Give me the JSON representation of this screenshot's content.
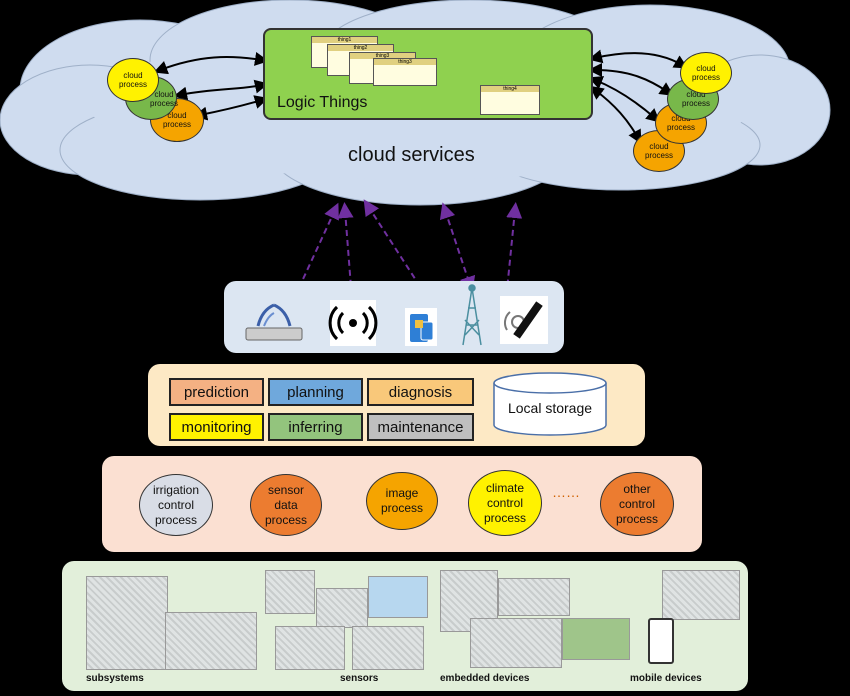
{
  "cloud": {
    "title": "cloud services",
    "logic_box_label": "Logic Things",
    "things": [
      "thing1",
      "thing2",
      "thing3",
      "thing3",
      "thing4"
    ],
    "left_processes": [
      "cloud\nprocess",
      "cloud\nprocess",
      "cloud\nprocess"
    ],
    "right_processes": [
      "cloud\nprocess",
      "cloud\nprocess",
      "cloud\nprocess",
      "cloud\nprocess"
    ]
  },
  "connectivity": {
    "icons": [
      "router-icon",
      "wireless-antenna-icon",
      "mobile-phone-icon",
      "cell-tower-icon",
      "satellite-icon"
    ]
  },
  "intelligence": {
    "buttons": [
      "prediction",
      "planning",
      "diagnosis",
      "monitoring",
      "inferring",
      "maintenance"
    ],
    "storage": "Local storage"
  },
  "processes": {
    "items": [
      "irrigation\ncontrol\nprocess",
      "sensor\ndata\nprocess",
      "image\nprocess",
      "climate\ncontrol\nprocess",
      "other\ncontrol\nprocess"
    ],
    "ellipsis": "……"
  },
  "devices": {
    "labels": [
      "subsystems",
      "sensors",
      "embedded devices",
      "mobile devices"
    ]
  },
  "colors": {
    "cloud": "#cfdcef",
    "logic_box": "#8fd14f",
    "process_orange": "#f5a400",
    "process_green": "#78b84a",
    "process_yellow": "#fff200",
    "layer_connectivity": "#dce6f2",
    "layer_intel": "#fde9c5",
    "layer_proc": "#fbe0d2",
    "layer_devices": "#e2efda",
    "arrow": "#7030a0"
  }
}
